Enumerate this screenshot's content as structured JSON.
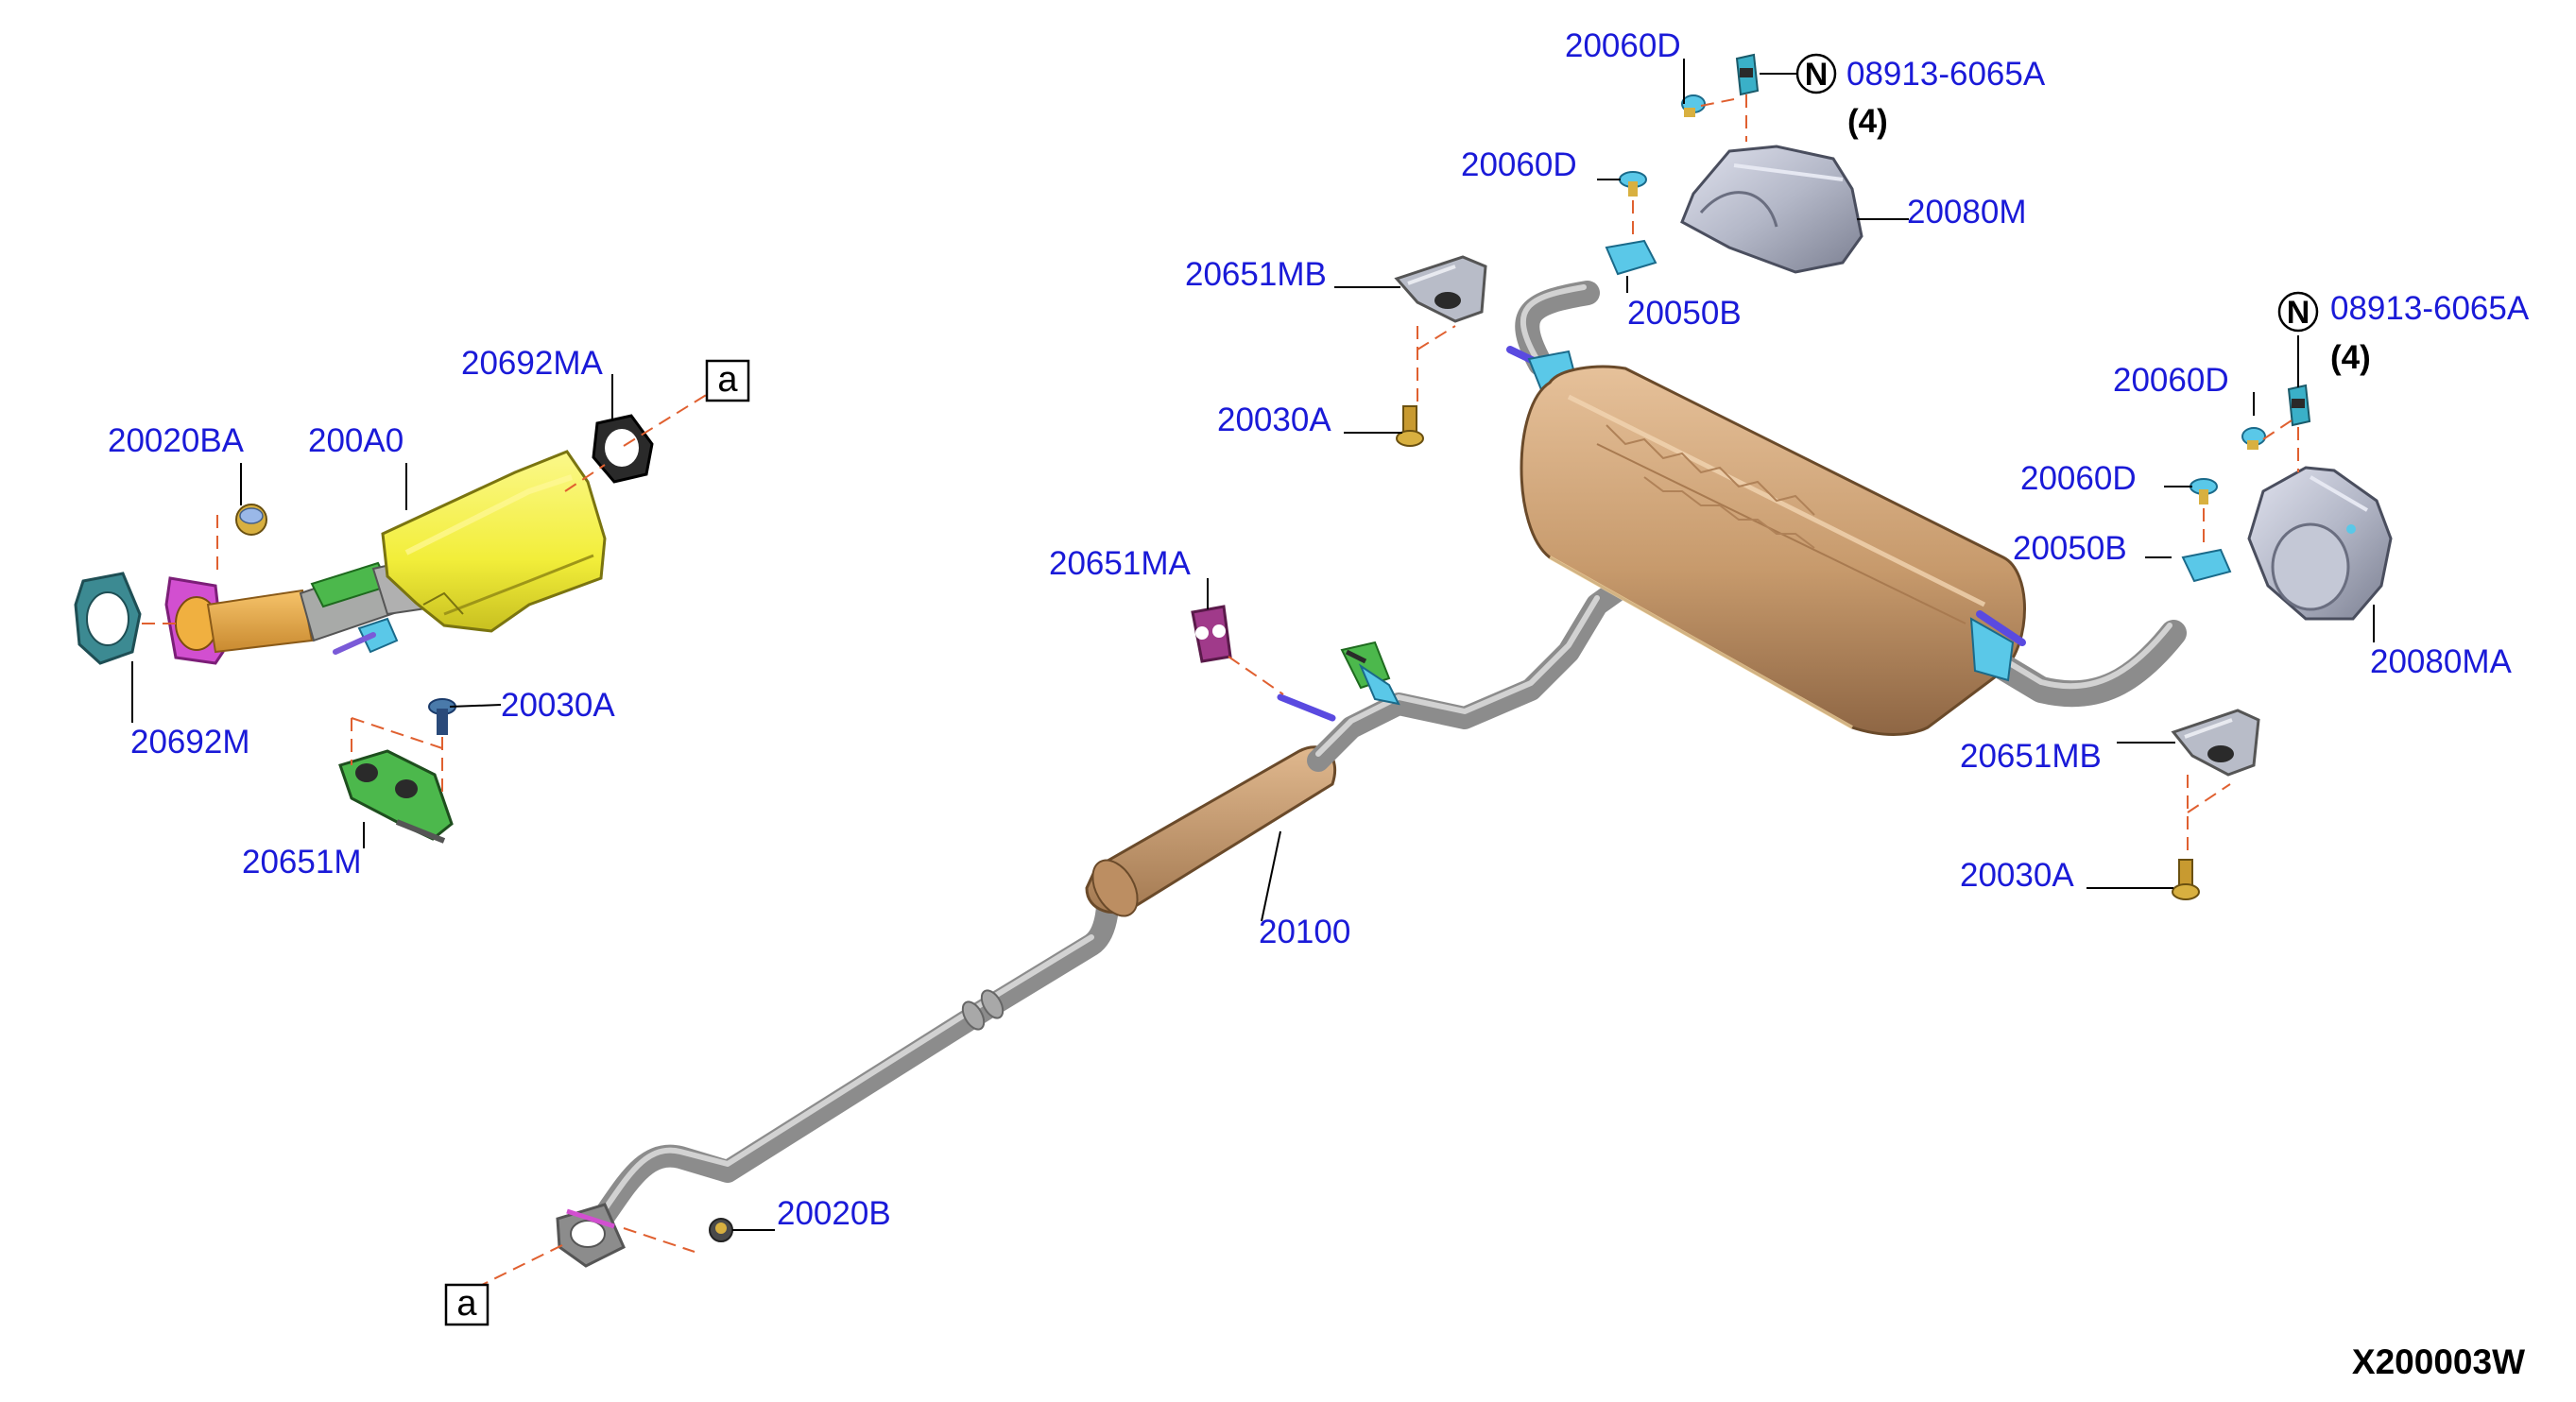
{
  "diagram_code": "X200003W",
  "reference_marker": "a",
  "n_symbol": "N",
  "callouts": {
    "p20692M": "20692M",
    "p20020BA": "20020BA",
    "p200A0": "200A0",
    "p20692MA": "20692MA",
    "p20030A_left": "20030A",
    "p20651M": "20651M",
    "p20020B": "20020B",
    "p20100": "20100",
    "p20651MA": "20651MA",
    "p20651MB_top": "20651MB",
    "p20030A_top": "20030A",
    "p20060D_1": "20060D",
    "p08913_1": "08913-6065A",
    "qty_1": "(4)",
    "p20060D_2": "20060D",
    "p20080M": "20080M",
    "p20050B_top": "20050B",
    "p08913_2": "08913-6065A",
    "qty_2": "(4)",
    "p20060D_3": "20060D",
    "p20060D_4": "20060D",
    "p20050B_right": "20050B",
    "p20080MA": "20080MA",
    "p20651MB_right": "20651MB",
    "p20030A_right": "20030A"
  },
  "colors": {
    "label_text": "#1a1ad8",
    "leader_line": "#000000",
    "phantom_line": "#e06030",
    "pipe": "#8c8c8c",
    "muffler": "#c79a6c",
    "catalyst": "#f2ee3a",
    "heat_shield": "#b4b8c8",
    "flange_magenta": "#d24fd0",
    "gasket": "#3c8a92",
    "bracket_green": "#4cb84c",
    "clip_cyan": "#5ac8e8",
    "bolt_gold": "#d8b040"
  }
}
